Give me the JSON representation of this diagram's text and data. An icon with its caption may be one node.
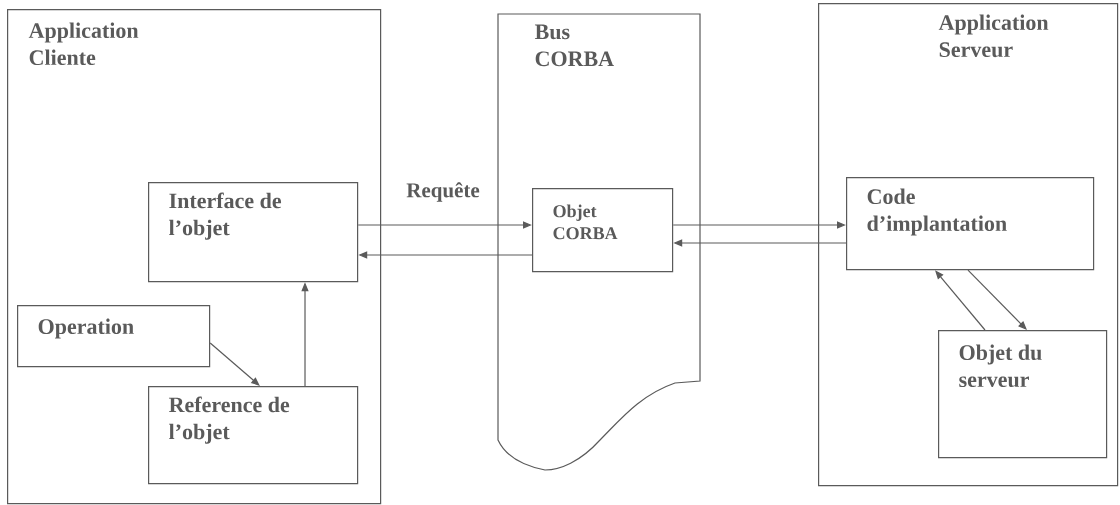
{
  "diagram": {
    "nodes": [
      {
        "text": [
          "Application Cliente"
        ]
      },
      {
        "text": [
          "Interface de l’objet"
        ],
        "in": 0
      },
      {
        "text": [
          "Operation"
        ],
        "in": 0
      },
      {
        "text": [
          "Reference de l’objet"
        ],
        "in": 0
      },
      {
        "text": [
          "Bus CORBA"
        ]
      },
      {
        "text": [
          "Objet CORBA"
        ],
        "in": 4
      },
      {
        "text": [
          "Application Serveur"
        ]
      },
      {
        "text": [
          "Code d’implantation"
        ],
        "in": 6
      },
      {
        "text": [
          "Objet du serveur"
        ],
        "in": 6
      }
    ],
    "edges": [
      {
        "from": 1,
        "to": 5,
        "arrow": "to",
        "label": "Requête"
      },
      {
        "from": 5,
        "to": 1,
        "arrow": "to"
      },
      {
        "from": 5,
        "to": 7,
        "arrow": "to"
      },
      {
        "from": 7,
        "to": 5,
        "arrow": "to"
      },
      {
        "from": 2,
        "to": 3,
        "arrow": "to"
      },
      {
        "from": 3,
        "to": 1,
        "arrow": "to"
      },
      {
        "from": 8,
        "to": 7,
        "arrow": "to"
      },
      {
        "from": 7,
        "to": 8,
        "arrow": "to"
      }
    ]
  }
}
